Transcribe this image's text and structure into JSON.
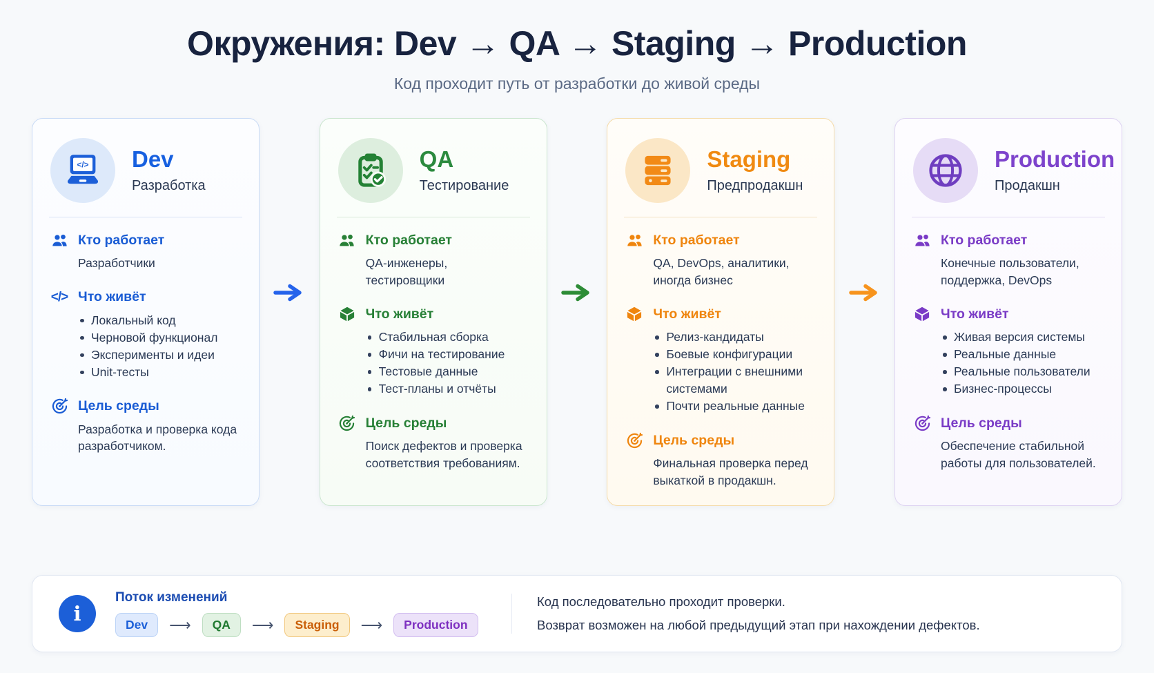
{
  "page": {
    "title": "Окружения: Dev → QA → Staging → Production",
    "subtitle": "Код проходит путь от разработки до живой среды"
  },
  "cards": [
    {
      "name": "Dev",
      "subtitle": "Разработка",
      "accent": "#1c5fd8",
      "icon": "laptop-code-icon",
      "who_label": "Кто работает",
      "who": "Разработчики",
      "what_label": "Что живёт",
      "what_items": [
        "Локальный код",
        "Черновой функционал",
        "Эксперименты и идеи",
        "Unit-тесты"
      ],
      "goal_label": "Цель среды",
      "goal": "Разработка и проверка кода разработчиком."
    },
    {
      "name": "QA",
      "subtitle": "Тестирование",
      "accent": "#2b8a3e",
      "icon": "clipboard-checklist-icon",
      "who_label": "Кто работает",
      "who": "QA-инженеры, тестировщики",
      "what_label": "Что живёт",
      "what_items": [
        "Стабильная сборка",
        "Фичи на тестирование",
        "Тестовые данные",
        "Тест-планы и отчёты"
      ],
      "goal_label": "Цель среды",
      "goal": "Поиск дефектов и проверка соответствия требованиям."
    },
    {
      "name": "Staging",
      "subtitle": "Предпродакшн",
      "accent": "#f08a12",
      "icon": "server-stack-icon",
      "who_label": "Кто работает",
      "who": "QA, DevOps, аналитики, иногда бизнес",
      "what_label": "Что живёт",
      "what_items": [
        "Релиз-кандидаты",
        "Боевые конфигурации",
        "Интеграции с внешними системами",
        "Почти реальные данные"
      ],
      "goal_label": "Цель среды",
      "goal": "Финальная проверка перед выкаткой в продакшн."
    },
    {
      "name": "Production",
      "subtitle": "Продакшн",
      "accent": "#7d43cc",
      "icon": "globe-icon",
      "who_label": "Кто работает",
      "who": "Конечные пользователи, поддержка, DevOps",
      "what_label": "Что живёт",
      "what_items": [
        "Живая версия системы",
        "Реальные данные",
        "Реальные пользователи",
        "Бизнес-процессы"
      ],
      "goal_label": "Цель среды",
      "goal": "Обеспечение стабильной работы для пользователей."
    }
  ],
  "card_arrows": {
    "dev_to_qa": "#2563eb",
    "qa_to_staging": "#2d8c36",
    "staging_to_production": "#f7941d"
  },
  "flow": {
    "heading": "Поток изменений",
    "badges": [
      "Dev",
      "QA",
      "Staging",
      "Production"
    ],
    "arrow_glyph": "⟶",
    "info_glyph": "i",
    "note_line1": "Код последовательно проходит проверки.",
    "note_line2": "Возврат возможен на любой предыдущий этап при нахождении дефектов."
  }
}
